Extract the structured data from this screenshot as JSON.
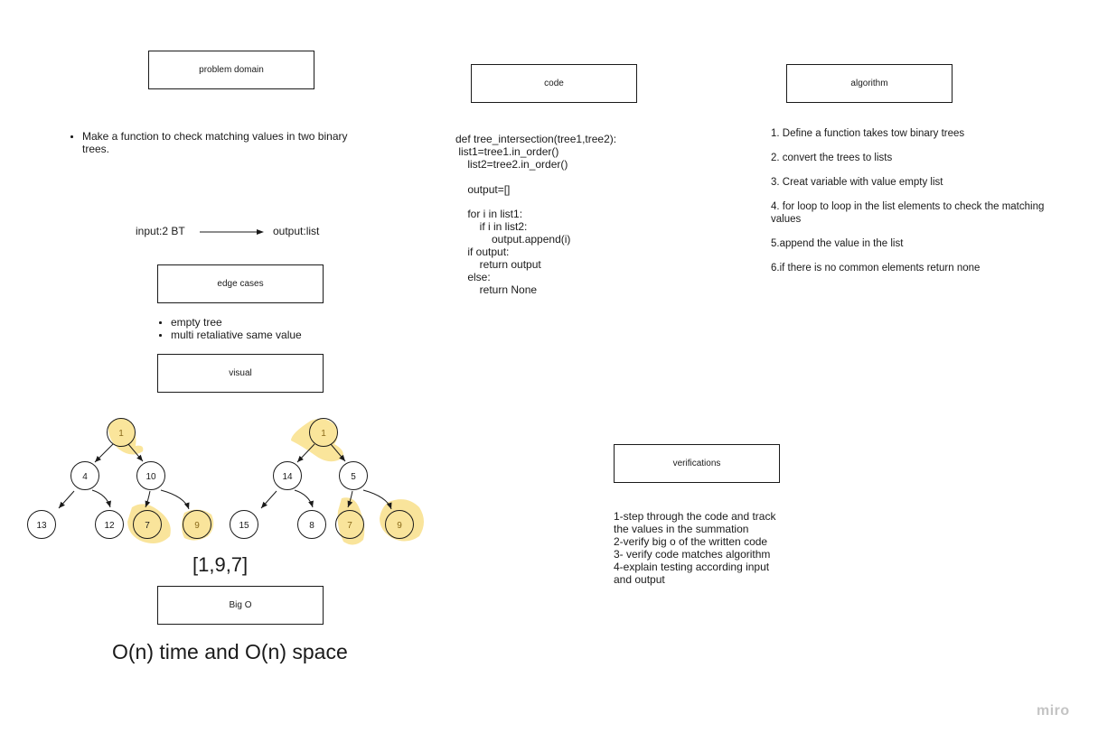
{
  "boxes": {
    "problem_domain": "problem domain",
    "code": "code",
    "algorithm": "algorithm",
    "edge_cases": "edge cases",
    "visual": "visual",
    "verifications": "verifications",
    "big_o": "Big O"
  },
  "problem": {
    "bullet": "Make a function to check matching values in two binary trees."
  },
  "io": {
    "input": "input:2 BT",
    "output": "output:list"
  },
  "edge_cases": [
    "empty tree",
    "multi retaliative same value"
  ],
  "code_block": "def tree_intersection(tree1,tree2):\n list1=tree1.in_order()\n    list2=tree2.in_order()\n\n    output=[]\n\n    for i in list1:\n        if i in list2:\n            output.append(i)\n    if output:\n        return output\n    else:\n        return None",
  "algorithm_steps": [
    "1. Define a function takes tow binary trees",
    "2. convert the trees to lists",
    "3. Creat variable with value empty list",
    "4. for loop to loop in the list elements to check the matching values",
    "5.append the value in the list",
    "6.if there is no common elements return none"
  ],
  "trees": [
    {
      "root": "1",
      "left": "4",
      "right": "10",
      "left_children": [
        "13",
        "12"
      ],
      "right_children": [
        "7",
        "9"
      ]
    },
    {
      "root": "1",
      "left": "14",
      "right": "5",
      "left_children": [
        "15",
        "8"
      ],
      "right_children": [
        "7",
        "9"
      ]
    }
  ],
  "highlight_color": "#f9e08a",
  "result": "[1,9,7]",
  "big_o_text": "O(n) time and O(n) space",
  "verifications_text": "1-step through the code and track the values in the summation\n2-verify big o of the written code\n3- verify code matches algorithm\n4-explain testing according input and output",
  "logo": "miro"
}
